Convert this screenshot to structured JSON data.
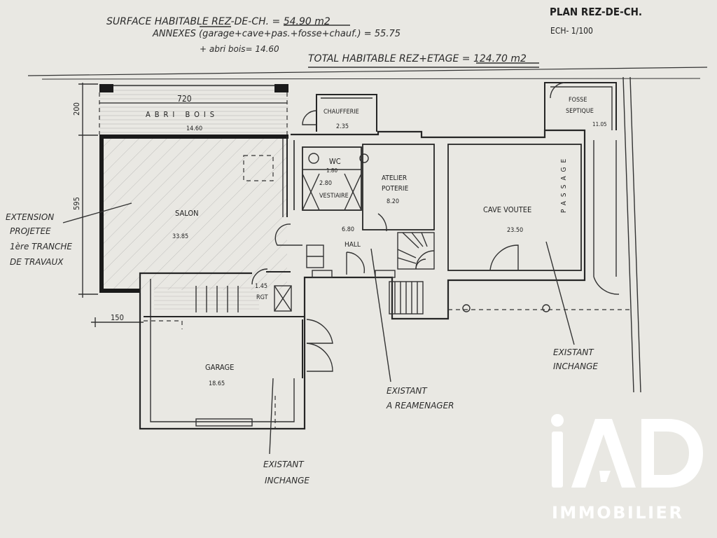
{
  "header": {
    "surface_line": "SURFACE HABITABLE REZ-DE-CH. = 54.90 m2",
    "annexes_line": "ANNEXES (garage+cave+pas.+fosse+chauf.) = 55.75",
    "abri_line": "+ abri bois= 14.60",
    "total_line": "TOTAL HABITABLE REZ+ETAGE = 124.70 m2",
    "plan_title": "PLAN REZ-DE-CH.",
    "scale": "ECH- 1/100"
  },
  "dimensions": {
    "width_720": "720",
    "height_200": "200",
    "height_595": "595",
    "width_150": "150"
  },
  "rooms": {
    "abri_bois": {
      "name": "ABRI BOIS",
      "area": "14.60"
    },
    "chaufferie": {
      "name": "CHAUFFERIE",
      "area": "2.35"
    },
    "fosse": {
      "name_1": "FOSSE",
      "name_2": "SEPTIQUE",
      "area": "11.05"
    },
    "salon": {
      "name": "SALON",
      "area": "33.85"
    },
    "wc": {
      "name": "WC",
      "area": "1.80"
    },
    "vestiaire": {
      "name": "VESTIAIRE",
      "area": "2.80"
    },
    "atelier": {
      "name_1": "ATELIER",
      "name_2": "POTERIE",
      "area": "8.20"
    },
    "cave": {
      "name": "CAVE VOUTEE",
      "area": "23.50"
    },
    "passage": {
      "name": "PASSAGE"
    },
    "hall": {
      "name": "HALL",
      "area": "6.80"
    },
    "rgt": {
      "name": "RGT",
      "area": "1.45"
    },
    "garage": {
      "name": "GARAGE",
      "area": "18.65"
    }
  },
  "annotations": {
    "extension_1": "EXTENSION",
    "extension_2": "PROJETEE",
    "extension_3": "1ère TRANCHE",
    "extension_4": "DE TRAVAUX",
    "reamenager_1": "EXISTANT",
    "reamenager_2": "A REAMENAGER",
    "inchange_right_1": "EXISTANT",
    "inchange_right_2": "INCHANGE",
    "inchange_bottom_1": "EXISTANT",
    "inchange_bottom_2": "INCHANGE"
  },
  "logo": {
    "mark": "iAD",
    "text": "IMMOBILIER",
    "color": "#ffffff"
  }
}
